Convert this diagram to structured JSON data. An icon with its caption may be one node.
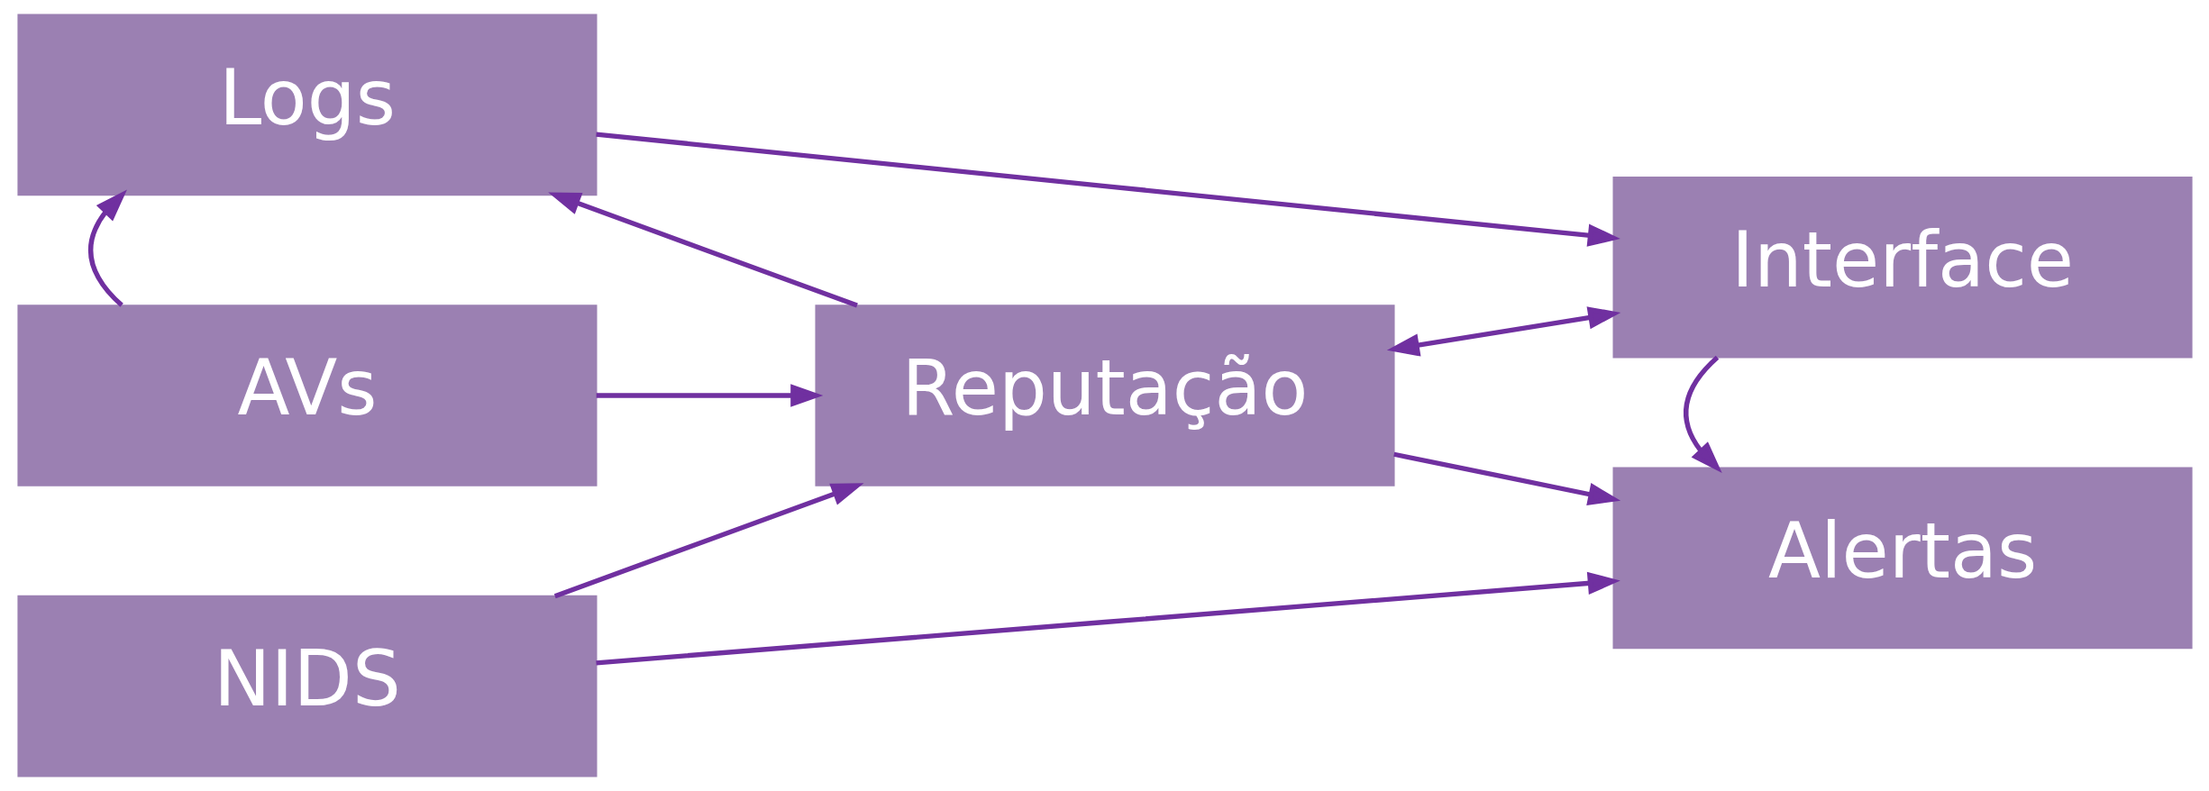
{
  "diagram": {
    "nodes": [
      {
        "text": [
          "Logs"
        ]
      },
      {
        "text": [
          "AVs"
        ]
      },
      {
        "text": [
          "NIDS"
        ]
      },
      {
        "text": [
          "Reputação"
        ]
      },
      {
        "text": [
          "Interface"
        ]
      },
      {
        "text": [
          "Alertas"
        ]
      }
    ],
    "edges": [
      {
        "from": 0,
        "to": 4,
        "arrow": "to"
      },
      {
        "from": 1,
        "to": 0,
        "arrow": "to"
      },
      {
        "from": 3,
        "to": 0,
        "arrow": "to"
      },
      {
        "from": 4,
        "to": 3,
        "arrow": "both"
      },
      {
        "from": 4,
        "to": 5,
        "arrow": "to"
      },
      {
        "from": 1,
        "to": 3,
        "arrow": "to"
      },
      {
        "from": 3,
        "to": 5,
        "arrow": "to"
      },
      {
        "from": 2,
        "to": 3,
        "arrow": "to"
      },
      {
        "from": 2,
        "to": 5,
        "arrow": "to"
      }
    ]
  }
}
